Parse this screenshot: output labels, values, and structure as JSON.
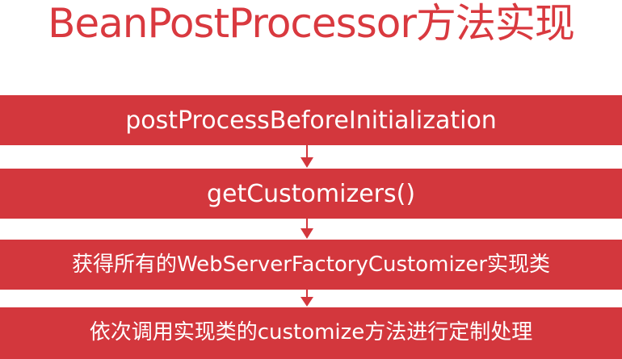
{
  "title": "BeanPostProcessor方法实现",
  "steps": [
    {
      "label": "postProcessBeforeInitialization"
    },
    {
      "label": "getCustomizers()"
    },
    {
      "label": "获得所有的WebServerFactoryCustomizer实现类"
    },
    {
      "label": "依次调用实现类的customize方法进行定制处理"
    }
  ],
  "colors": {
    "accent": "#d3373d",
    "title": "#d9393f",
    "text_on_accent": "#ffffff"
  }
}
